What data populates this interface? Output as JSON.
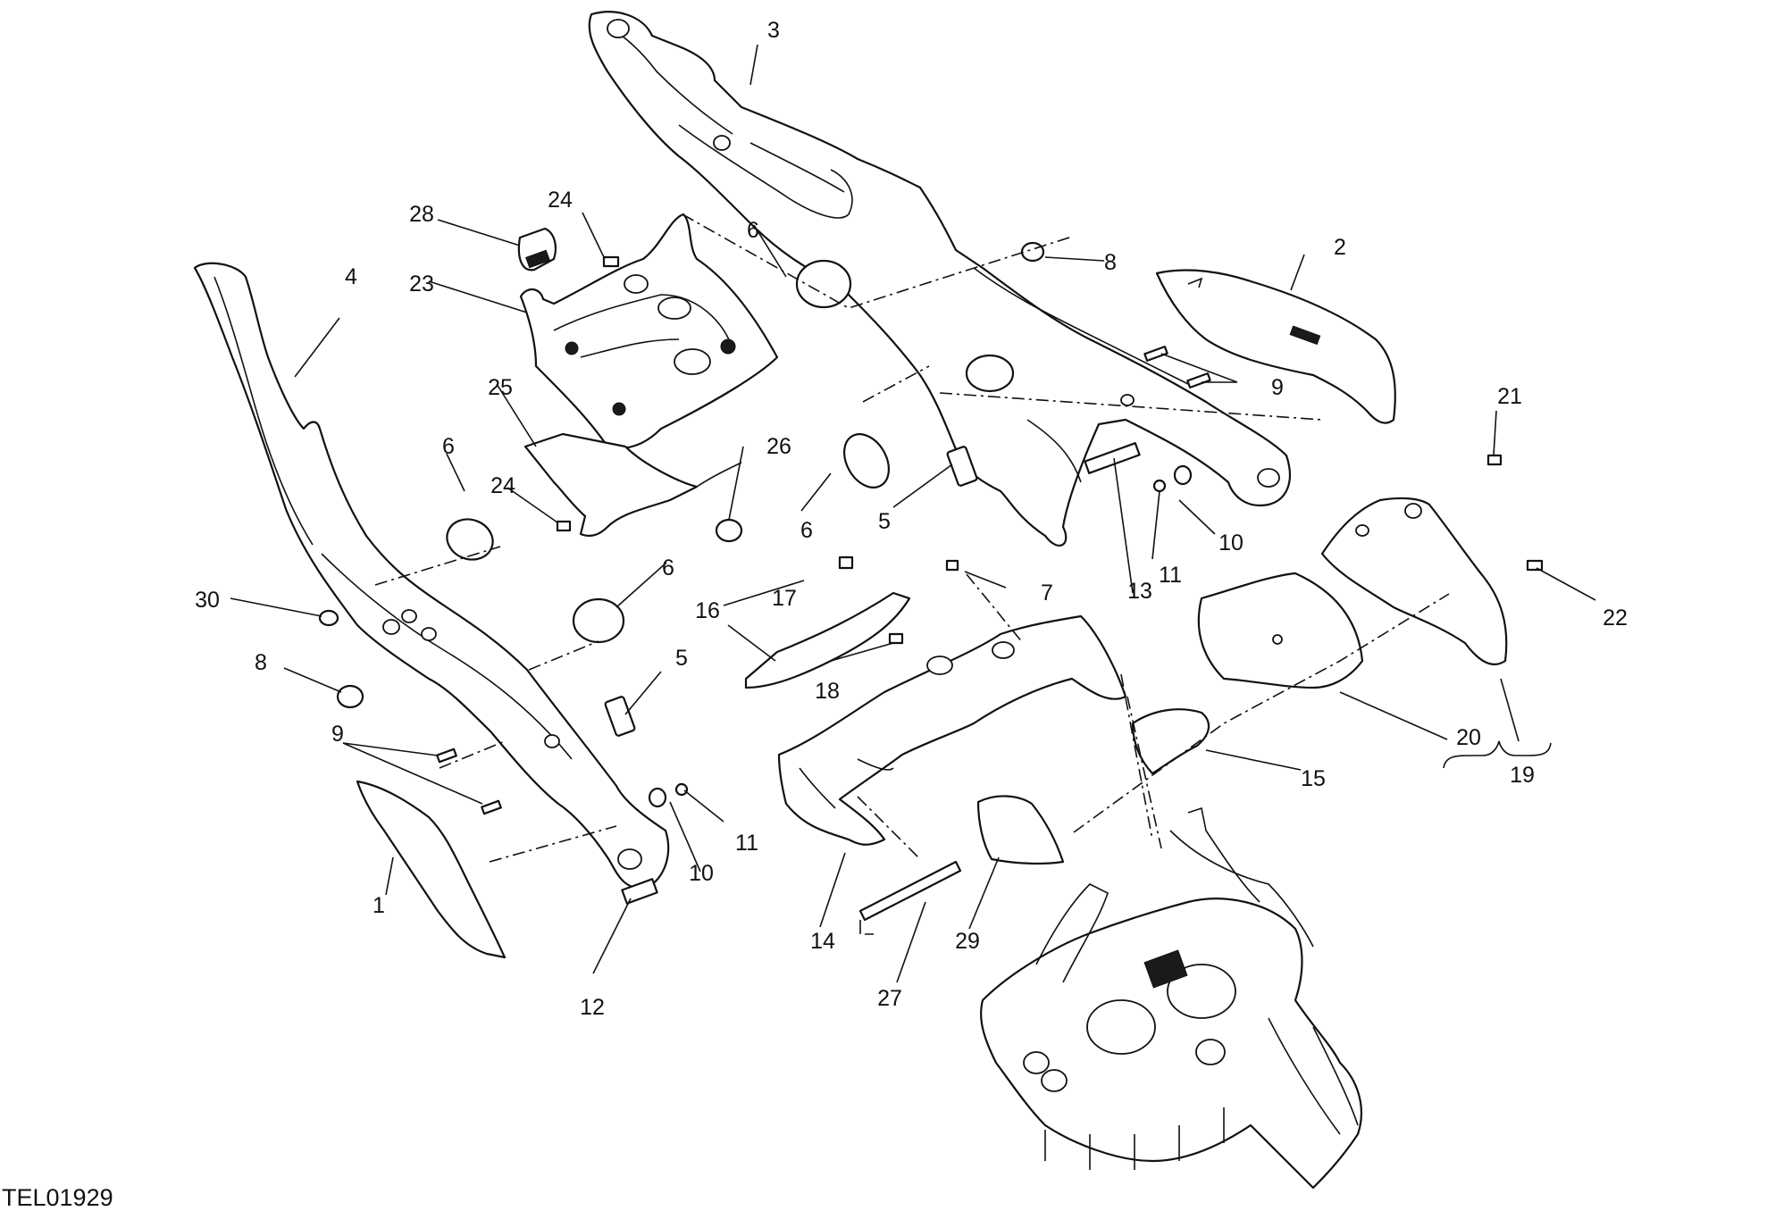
{
  "drawing_id": "TEL01929",
  "callouts": {
    "c1": "1",
    "c2": "2",
    "c3": "3",
    "c4": "4",
    "c5a": "5",
    "c5b": "5",
    "c6a": "6",
    "c6b": "6",
    "c6c": "6",
    "c6d": "6",
    "c7": "7",
    "c8a": "8",
    "c8b": "8",
    "c9a": "9",
    "c9b": "9",
    "c10a": "10",
    "c10b": "10",
    "c11a": "11",
    "c11b": "11",
    "c12": "12",
    "c13": "13",
    "c14": "14",
    "c15": "15",
    "c16": "16",
    "c17": "17",
    "c18": "18",
    "c19": "19",
    "c20": "20",
    "c21": "21",
    "c22": "22",
    "c23": "23",
    "c24a": "24",
    "c24b": "24",
    "c25": "25",
    "c26": "26",
    "c27": "27",
    "c28": "28",
    "c29": "29",
    "c30": "30"
  }
}
